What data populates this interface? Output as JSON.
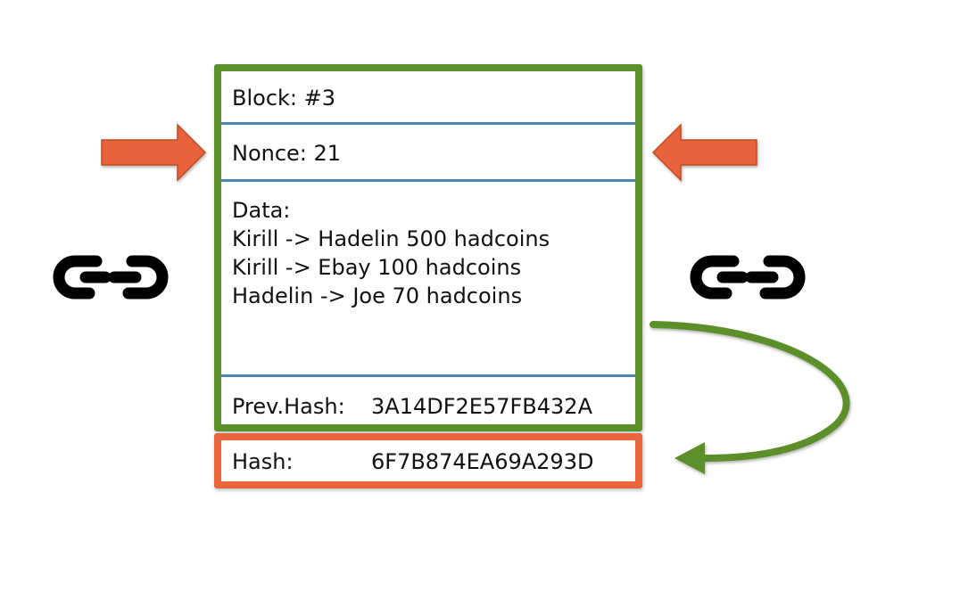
{
  "block": {
    "number_label": "Block: #3",
    "nonce_label": "Nonce: 21",
    "data_title": "Data:",
    "data_lines": [
      "Kirill -> Hadelin 500 hadcoins",
      "Kirill -> Ebay 100 hadcoins",
      "Hadelin -> Joe 70 hadcoins"
    ],
    "prev_hash_label": "Prev.Hash:",
    "prev_hash_value": "3A14DF2E57FB432A"
  },
  "hash": {
    "label": "Hash:",
    "value": "6F7B874EA69A293D"
  },
  "colors": {
    "block_border": "#5b8f2a",
    "hash_border": "#e8643a",
    "divider": "#4f81bd",
    "arrow_orange": "#e8643a",
    "curve_green": "#5b8f2a",
    "chain_black": "#000000"
  },
  "icons": [
    "arrow-right-icon",
    "arrow-left-icon",
    "chain-link-icon",
    "chain-link-icon",
    "curved-arrow-icon"
  ]
}
